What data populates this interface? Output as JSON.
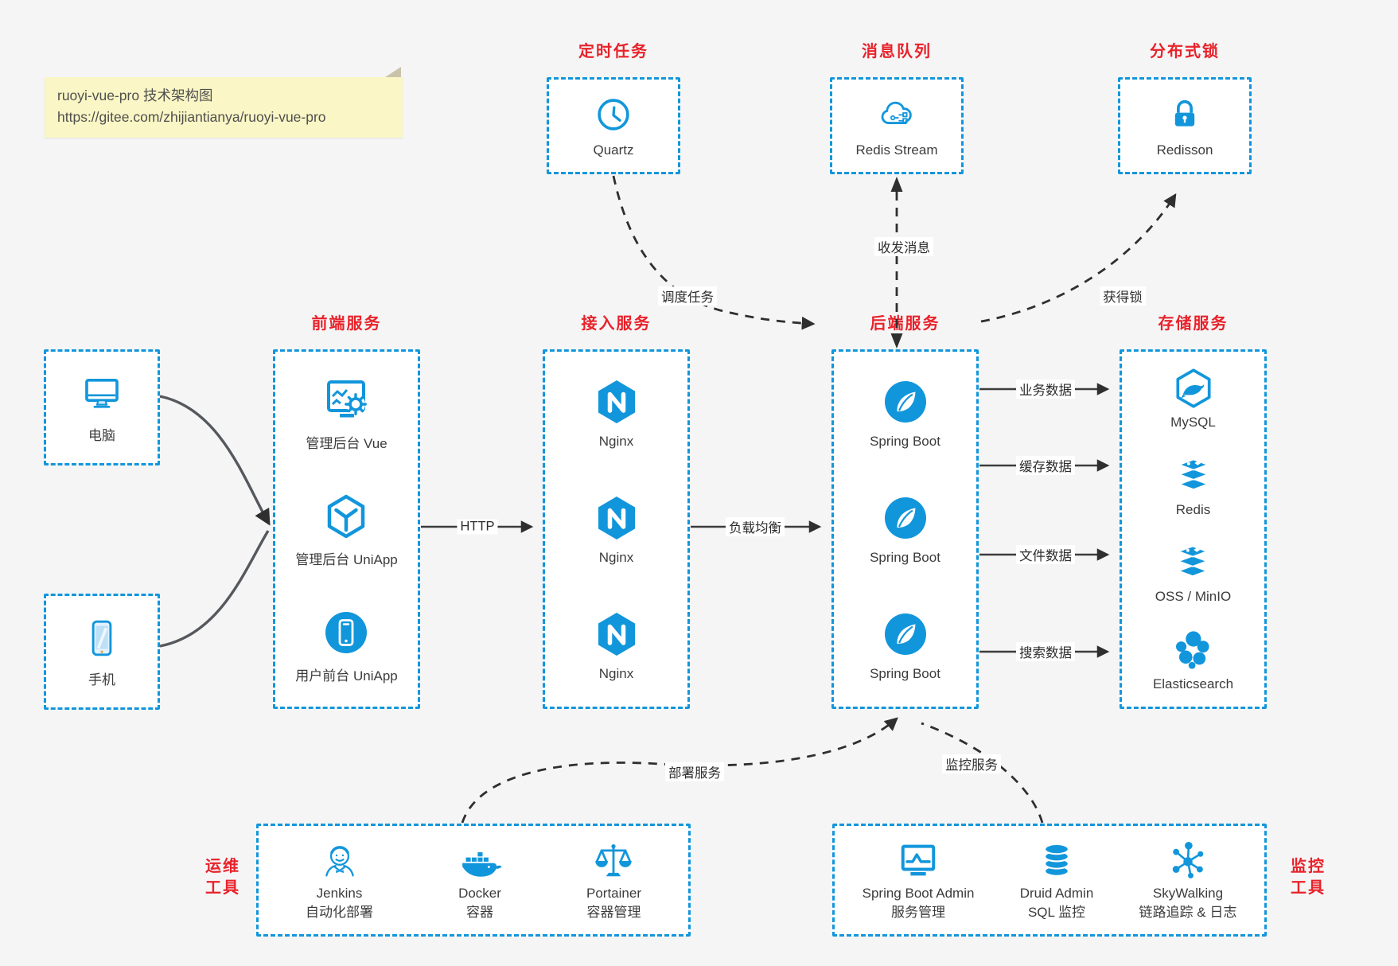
{
  "colors": {
    "accent_blue": "#1296db",
    "title_red": "#e8222a",
    "note_bg": "#faf6c5",
    "canvas_bg": "#f5f5f6",
    "arrow_dark": "#2f2f2f"
  },
  "note": {
    "line1": "ruoyi-vue-pro 技术架构图",
    "line2": "https://gitee.com/zhijiantianya/ruoyi-vue-pro"
  },
  "top_services": [
    {
      "title": "定时任务",
      "icon": "clock-icon",
      "label": "Quartz"
    },
    {
      "title": "消息队列",
      "icon": "cloud-mq-icon",
      "label": "Redis Stream"
    },
    {
      "title": "分布式锁",
      "icon": "lock-icon",
      "label": "Redisson"
    }
  ],
  "devices": [
    {
      "icon": "desktop-icon",
      "label": "电脑"
    },
    {
      "icon": "phone-icon",
      "label": "手机"
    }
  ],
  "columns": [
    {
      "title": "前端服务",
      "items": [
        {
          "icon": "admin-vue-icon",
          "label": "管理后台 Vue"
        },
        {
          "icon": "uniapp-cube-icon",
          "label": "管理后台 UniApp"
        },
        {
          "icon": "user-app-icon",
          "label": "用户前台 UniApp"
        }
      ]
    },
    {
      "title": "接入服务",
      "items": [
        {
          "icon": "nginx-icon",
          "label": "Nginx"
        },
        {
          "icon": "nginx-icon",
          "label": "Nginx"
        },
        {
          "icon": "nginx-icon",
          "label": "Nginx"
        }
      ]
    },
    {
      "title": "后端服务",
      "items": [
        {
          "icon": "springboot-icon",
          "label": "Spring Boot"
        },
        {
          "icon": "springboot-icon",
          "label": "Spring Boot"
        },
        {
          "icon": "springboot-icon",
          "label": "Spring Boot"
        }
      ]
    },
    {
      "title": "存储服务",
      "items": [
        {
          "icon": "mysql-icon",
          "label": "MySQL"
        },
        {
          "icon": "redis-stack-icon",
          "label": "Redis"
        },
        {
          "icon": "oss-minio-icon",
          "label": "OSS / MinIO"
        },
        {
          "icon": "elasticsearch-icon",
          "label": "Elasticsearch"
        }
      ]
    }
  ],
  "tool_groups": [
    {
      "title_line1": "运维",
      "title_line2": "工具",
      "items": [
        {
          "icon": "jenkins-icon",
          "name": "Jenkins",
          "desc": "自动化部署"
        },
        {
          "icon": "docker-icon",
          "name": "Docker",
          "desc": "容器"
        },
        {
          "icon": "portainer-icon",
          "name": "Portainer",
          "desc": "容器管理"
        }
      ]
    },
    {
      "title_line1": "监控",
      "title_line2": "工具",
      "items": [
        {
          "icon": "springboot-admin-icon",
          "name": "Spring Boot Admin",
          "desc": "服务管理"
        },
        {
          "icon": "druid-icon",
          "name": "Druid Admin",
          "desc": "SQL 监控"
        },
        {
          "icon": "skywalking-icon",
          "name": "SkyWalking",
          "desc": "链路追踪 & 日志"
        }
      ]
    }
  ],
  "edges": {
    "http": "HTTP",
    "load_balance": "负载均衡",
    "schedule": "调度任务",
    "messaging": "收发消息",
    "acquire_lock": "获得锁",
    "business_data": "业务数据",
    "cache_data": "缓存数据",
    "file_data": "文件数据",
    "search_data": "搜索数据",
    "deploy": "部署服务",
    "monitor": "监控服务"
  }
}
